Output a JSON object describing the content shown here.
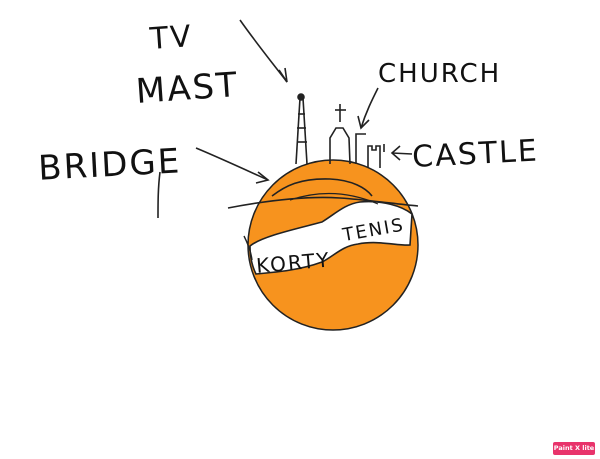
{
  "labels": {
    "tv": "TV",
    "mast": "MAST",
    "church": "CHURCH",
    "bridge": "BRIDGE",
    "castle": "CASTLE",
    "korty": "KORTY",
    "tenis": "TENIS"
  },
  "badge": "Paint X lite",
  "colors": {
    "ink": "#111111",
    "orange": "#f7931e",
    "badge": "#e8336b"
  }
}
